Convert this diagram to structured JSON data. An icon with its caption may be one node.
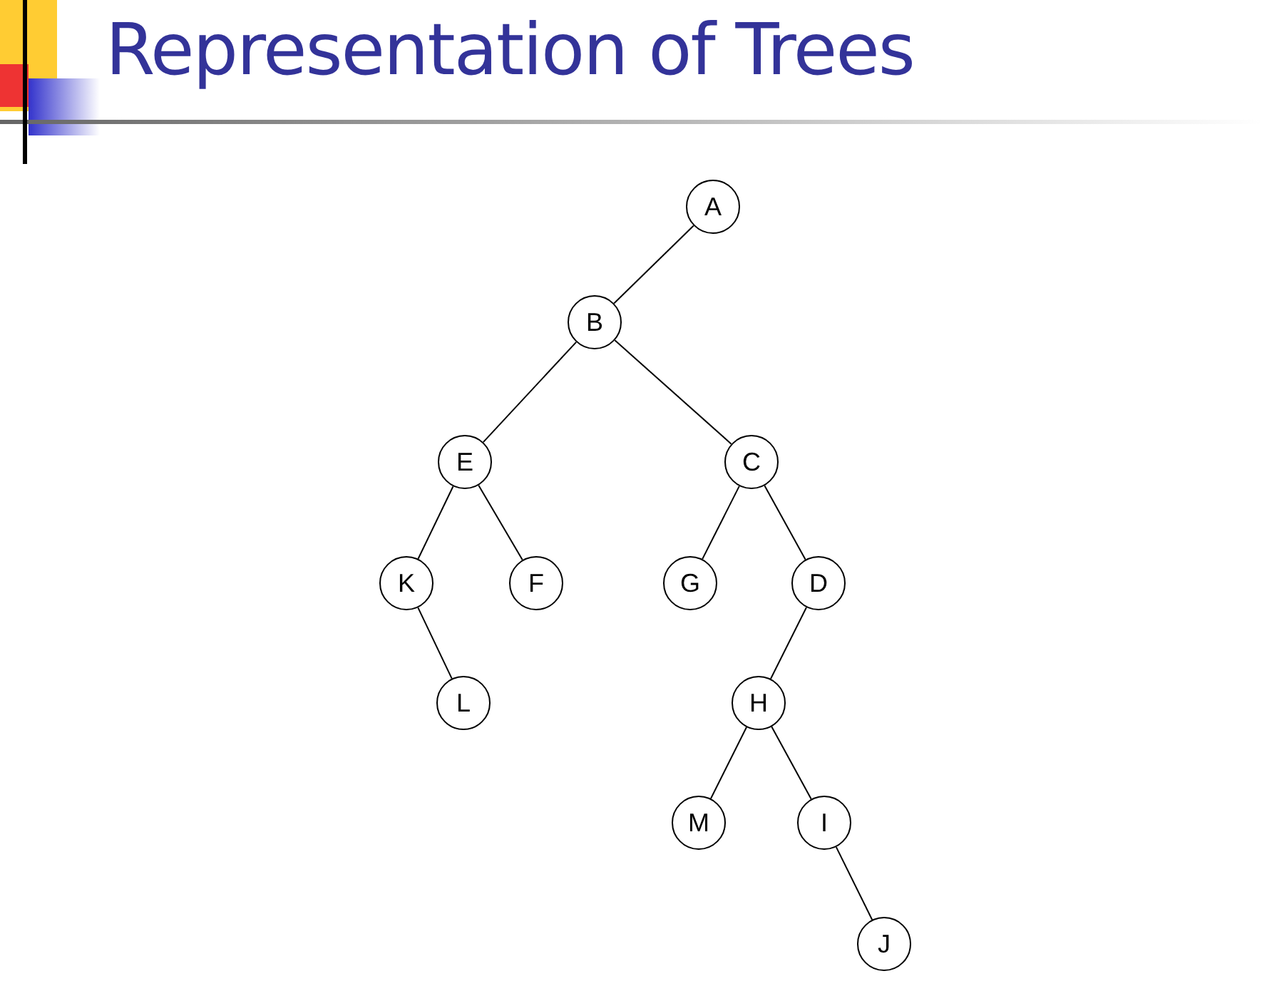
{
  "diagram": {
    "title": "Representation of Trees",
    "nodes": [
      {
        "text": [
          "A"
        ]
      },
      {
        "text": [
          "B"
        ]
      },
      {
        "text": [
          "E"
        ]
      },
      {
        "text": [
          "C"
        ]
      },
      {
        "text": [
          "K"
        ]
      },
      {
        "text": [
          "F"
        ]
      },
      {
        "text": [
          "G"
        ]
      },
      {
        "text": [
          "D"
        ]
      },
      {
        "text": [
          "L"
        ]
      },
      {
        "text": [
          "H"
        ]
      },
      {
        "text": [
          "M"
        ]
      },
      {
        "text": [
          "I"
        ]
      },
      {
        "text": [
          "J"
        ]
      }
    ],
    "edges": [
      {
        "from": 0,
        "to": 1,
        "arrow": "none"
      },
      {
        "from": 1,
        "to": 2,
        "arrow": "none"
      },
      {
        "from": 1,
        "to": 3,
        "arrow": "none"
      },
      {
        "from": 2,
        "to": 4,
        "arrow": "none"
      },
      {
        "from": 2,
        "to": 5,
        "arrow": "none"
      },
      {
        "from": 3,
        "to": 6,
        "arrow": "none"
      },
      {
        "from": 3,
        "to": 7,
        "arrow": "none"
      },
      {
        "from": 4,
        "to": 8,
        "arrow": "none"
      },
      {
        "from": 7,
        "to": 9,
        "arrow": "none"
      },
      {
        "from": 9,
        "to": 10,
        "arrow": "none"
      },
      {
        "from": 9,
        "to": 11,
        "arrow": "none"
      },
      {
        "from": 11,
        "to": 12,
        "arrow": "none"
      }
    ]
  }
}
